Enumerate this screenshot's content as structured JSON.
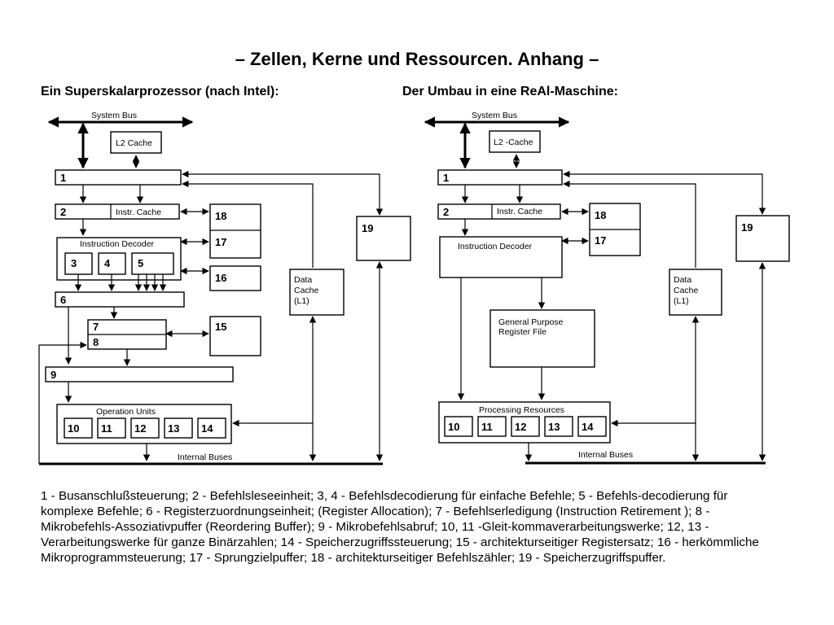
{
  "title": "– Zellen, Kerne und Ressourcen. Anhang –",
  "left": {
    "heading": "Ein Superskalarprozessor (nach Intel):",
    "system_bus": "System Bus",
    "l2_cache": "L2 Cache",
    "box_1": "1",
    "box_2": "2",
    "instr_cache": "Instr. Cache",
    "instruction_decoder": "Instruction Decoder",
    "box_3": "3",
    "box_4": "4",
    "box_5": "5",
    "box_6": "6",
    "box_7": "7",
    "box_8": "8",
    "box_9": "9",
    "operation_units": "Operation Units",
    "units": [
      "10",
      "11",
      "12",
      "13",
      "14"
    ],
    "box_15": "15",
    "box_16": "16",
    "box_17": "17",
    "box_18": "18",
    "box_19": "19",
    "data_cache": [
      "Data",
      "Cache",
      "(L1)"
    ],
    "internal_buses": "Internal Buses"
  },
  "right": {
    "heading": "Der Umbau in eine ReAl-Maschine:",
    "system_bus": "System Bus",
    "l2_cache": "L2 -Cache",
    "box_1": "1",
    "box_2": "2",
    "instr_cache": "Instr. Cache",
    "instruction_decoder": "Instruction Decoder",
    "gp_register_file": [
      "General Purpose",
      "Register File"
    ],
    "processing_resources": "Processing Resources",
    "units": [
      "10",
      "11",
      "12",
      "13",
      "14"
    ],
    "box_17": "17",
    "box_18": "18",
    "box_19": "19",
    "data_cache": [
      "Data",
      "Cache",
      "(L1)"
    ],
    "internal_buses": "Internal Buses"
  },
  "legend": "1 - Busanschlußsteuerung; 2 - Befehlsleseeinheit; 3, 4 - Befehlsdecodierung für einfache Befehle; 5 - Befehls-decodierung für komplexe Befehle; 6 - Registerzuordnungseinheit; (Register Allocation); 7 - Befehlserledigung (Instruction Retirement ); 8 - Mikrobefehls-Assoziativpuffer (Reordering Buffer); 9 - Mikrobefehlsabruf; 10, 11 -Gleit-kommaverarbeitungswerke; 12, 13 - Verarbeitungswerke für ganze Binärzahlen; 14 - Speicherzugriffssteuerung; 15 - architekturseitiger Registersatz; 16 - herkömmliche Mikroprogrammsteuerung; 17 - Sprungzielpuffer; 18 - architekturseitiger Befehlszähler; 19 - Speicherzugriffspuffer."
}
